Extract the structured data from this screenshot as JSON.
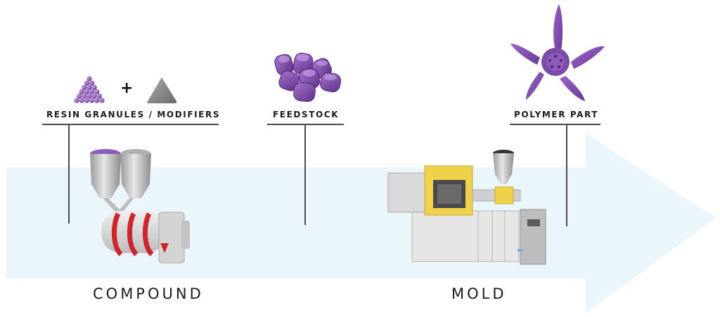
{
  "labels": {
    "resin_modifiers": "RESIN GRANULES / MODIFIERS",
    "plus": "+",
    "feedstock": "FEEDSTOCK",
    "polymer_part": "POLYMER PART",
    "compound": "COMPOUND",
    "mold": "MOLD"
  },
  "colors": {
    "arrow": "#eaf6fc",
    "purple": "#7b4ba8",
    "leader": "#4a4a4a",
    "machine_yellow": "#f0d24a",
    "machine_grey": "#d9d9d9",
    "modifier_grey": "#8e8e8e",
    "red": "#d0232a"
  },
  "icons": [
    "granule-pyramid-icon",
    "modifier-triangle-icon",
    "feedstock-pellets-icon",
    "fan-part-icon",
    "compounder-machine-icon",
    "injection-molding-machine-icon"
  ]
}
